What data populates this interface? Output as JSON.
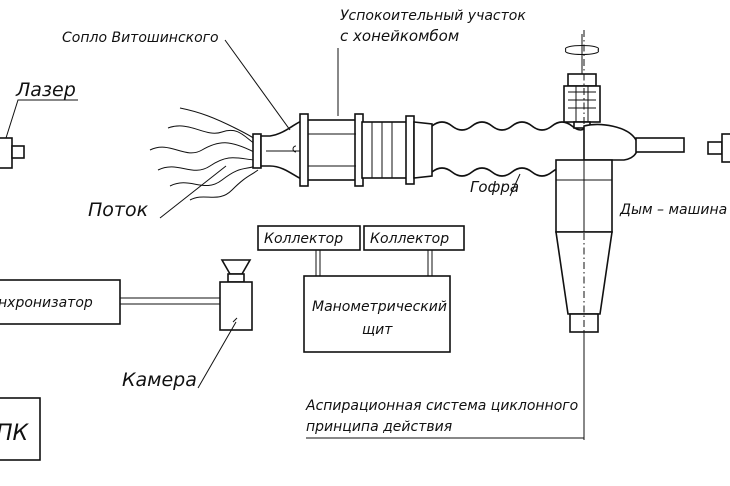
{
  "labels": {
    "laser": "Лазер",
    "nozzle": "Сопло Витошинского",
    "settling_line1": "Успокоительный участок",
    "settling_line2": "с хонейкомбом",
    "flow": "Поток",
    "corrugation": "Гофра",
    "smoke_machine": "Дым – машина",
    "collector_1": "Коллектор",
    "collector_2": "Коллектор",
    "synchronizer": "нхронизатор",
    "manometric_line1": "Манометрический",
    "manometric_line2": "щит",
    "camera": "Камера",
    "aspiration_line1": "Аспирационная система циклонного",
    "aspiration_line2": "принципа действия",
    "pc": "ПК"
  }
}
